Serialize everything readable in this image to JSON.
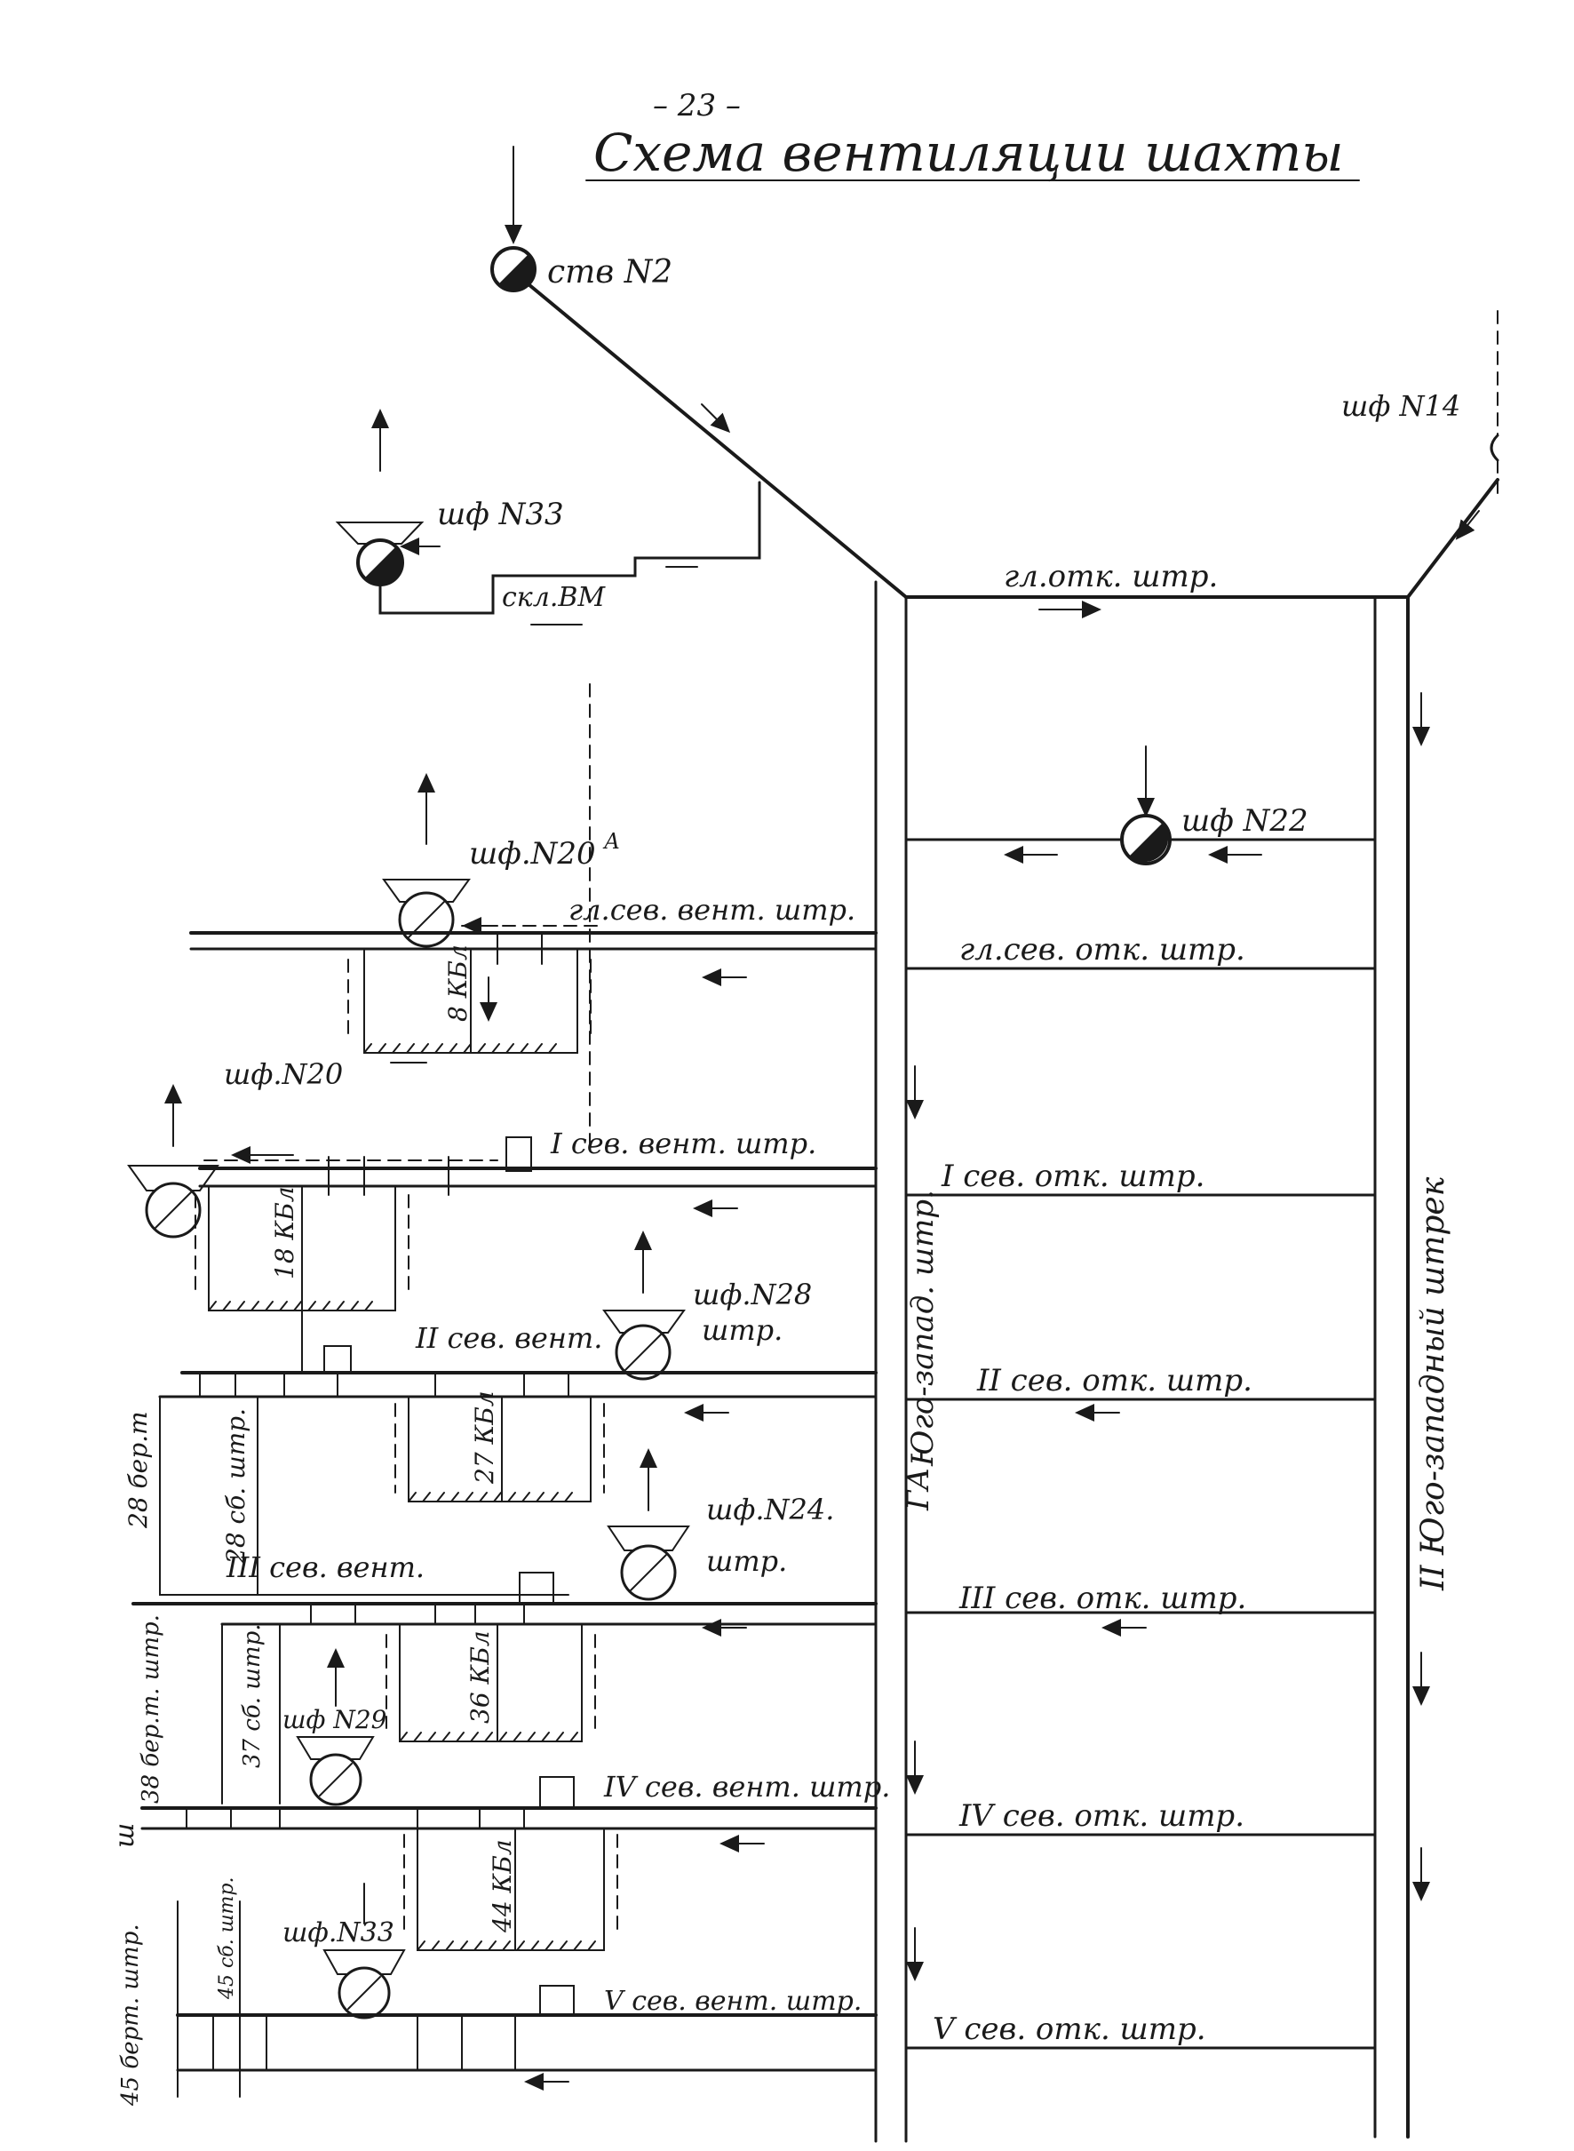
{
  "header": {
    "page_number": "– 23 –",
    "title": "Схема вентиляции шахты"
  },
  "shafts": {
    "stv2": "ств N2",
    "shf14": "шф N14",
    "shf33_top": "шф N33",
    "shf22": "шф N22",
    "shf20a": "шф.N20",
    "shf20a_sup": "А",
    "shf20": "шф.N20",
    "shf28": "шф.N28",
    "shf28_sub": "штр.",
    "shf24": "шф.N24.",
    "shf24_sub": "штр.",
    "shf29": "шф N29",
    "shf33_bot": "шф.N33"
  },
  "drifts": {
    "skl_vm": "скл.ВМ",
    "gl_otk": "гл.отк. штр.",
    "gl_sev_vent": "гл.сев. вент. штр.",
    "gl_sev_otk": "гл.сев. отк. штр.",
    "i_sev_vent": "I сев. вент. штр.",
    "i_sev_otk": "I сев. отк. штр.",
    "ii_sev_vent": "II сев. вент.",
    "ii_sev_otk": "II сев. отк. штр.",
    "iii_sev_vent": "III сев. вент.",
    "iii_sev_otk": "III сев. отк. штр.",
    "iv_sev_vent": "IV сев. вент. штр.",
    "iv_sev_otk": "IV сев. отк. штр.",
    "v_sev_vent": "V сев. вент. штр.",
    "v_sev_otk": "V сев. отк. штр.",
    "yugo_zapad": "Юго-запад. штр.",
    "ii_yugo_zapad": "II Юго-западный штрек",
    "ga": "ГА",
    "sh": "ш"
  },
  "panels": {
    "p8": "8 КБл",
    "p18": "18 КБл",
    "p27": "27 КБл",
    "p36": "36 КБл",
    "p44": "44 КБл"
  },
  "side": {
    "b28": "28 бер.т",
    "b28_sh": "28 сб. штр.",
    "b38": "38 бер.т. штр.",
    "b37": "37 сб. штр.",
    "b45": "45 берт. штр.",
    "b45_sh": "45 сб. штр."
  }
}
